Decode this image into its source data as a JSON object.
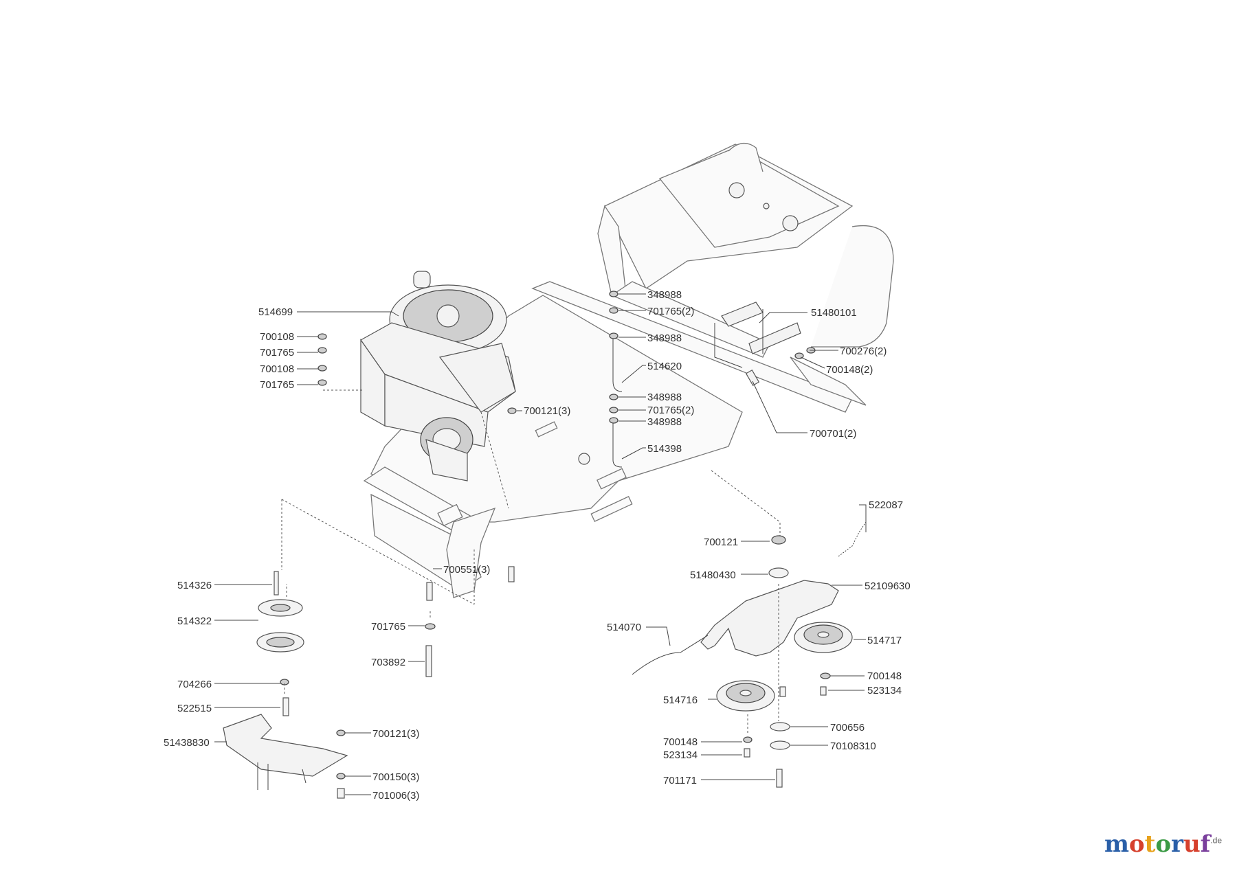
{
  "labels": [
    "514699",
    "700108",
    "701765",
    "700108",
    "701765",
    "348988",
    "701765(2)",
    "348988",
    "514620",
    "348988",
    "701765(2)",
    "348988",
    "514398",
    "700121(3)",
    "51480101",
    "700276(2)",
    "700148(2)",
    "700701(2)",
    "522087",
    "700121",
    "51480430",
    "52109630",
    "514070",
    "514717",
    "700148",
    "523134",
    "514716",
    "700656",
    "700148",
    "523134",
    "70108310",
    "701171",
    "700551(3)",
    "701765",
    "703892",
    "514326",
    "514322",
    "704266",
    "522515",
    "51438830",
    "700121(3)",
    "700150(3)",
    "701006(3)"
  ],
  "logo": {
    "brand": "motoruf",
    "tld": ".de",
    "colors": [
      "#2a5fa8",
      "#d6402d",
      "#e8a21c",
      "#3b9a45",
      "#2a5fa8",
      "#d6402d",
      "#7a3f9c"
    ]
  }
}
